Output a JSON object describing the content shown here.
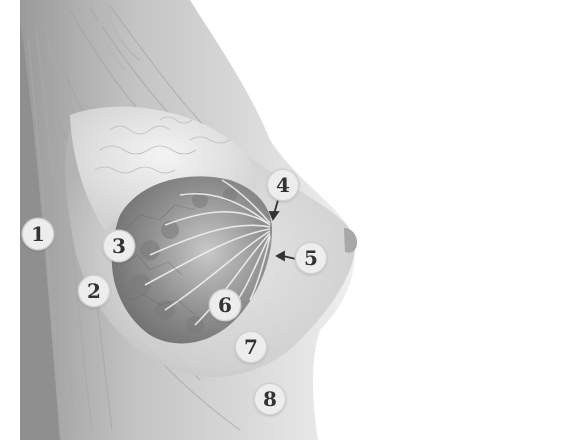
{
  "markers": [
    {
      "label": "1"
    },
    {
      "label": "2"
    },
    {
      "label": "3"
    },
    {
      "label": "4"
    },
    {
      "label": "5"
    },
    {
      "label": "6"
    },
    {
      "label": "7"
    },
    {
      "label": "8"
    }
  ],
  "colors": {
    "background": "#ffffff",
    "skin_light": "#dcdcdc",
    "skin_mid": "#b5b5b5",
    "muscle_dark": "#8e8e8e",
    "marker_fill": "#ededed",
    "marker_text": "#333333"
  }
}
